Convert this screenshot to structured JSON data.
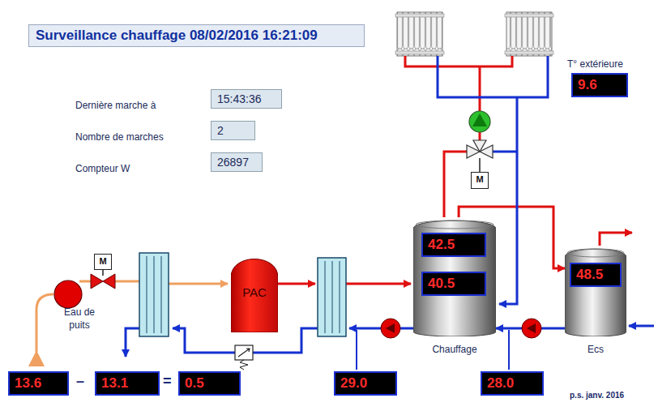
{
  "diagram": {
    "title": "Surveillance chauffage 08/02/2016 16:21:09",
    "caption": "p.s. janv. 2016",
    "nodes": [
      {
        "text": [
          "15:43:36"
        ]
      },
      {
        "text": [
          "2"
        ]
      },
      {
        "text": [
          "26897"
        ]
      },
      {
        "text": [
          "T° extérieure",
          "9.6"
        ]
      },
      {
        "text": [
          "M"
        ]
      },
      {
        "text": [
          "Chauffage"
        ]
      },
      {
        "text": [
          "42.5"
        ],
        "in": 5
      },
      {
        "text": [
          "40.5"
        ],
        "in": 5
      },
      {
        "text": [
          "M"
        ]
      },
      {
        "text": [
          "PAC"
        ]
      },
      {
        "text": [
          "Ecs"
        ]
      },
      {
        "text": [
          "48.5"
        ],
        "in": 10
      },
      {
        "text": [
          "13.6"
        ]
      },
      {
        "text": [
          "13.1"
        ]
      },
      {
        "text": [
          "0.5"
        ]
      },
      {
        "text": [
          "29.0"
        ]
      },
      {
        "text": [
          "28.0"
        ]
      }
    ],
    "edges": [
      {
        "from": 5,
        "to": 10,
        "arrow": "to"
      },
      {
        "from": 10,
        "to": 5,
        "arrow": "to"
      }
    ],
    "labels": [
      "Dernière marche à",
      "Nombre de marches",
      "Compteur W",
      "Eau de puits",
      "–",
      "="
    ]
  }
}
